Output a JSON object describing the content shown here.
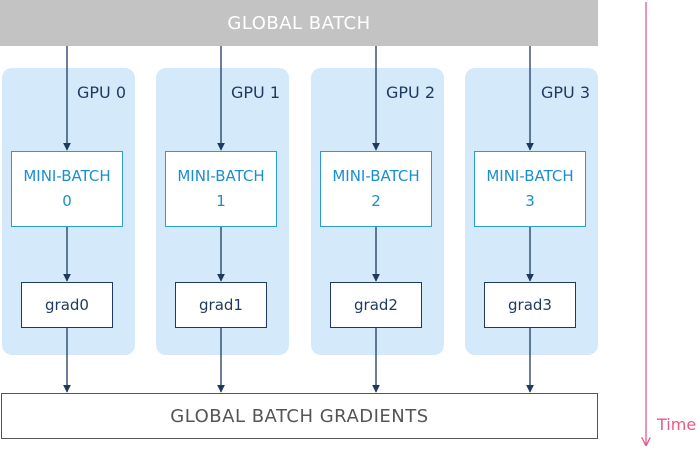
{
  "global_batch": "GLOBAL BATCH",
  "gpus": [
    {
      "label": "GPU 0",
      "mini_line1": "MINI-BATCH",
      "mini_line2": "0",
      "grad": "grad0"
    },
    {
      "label": "GPU 1",
      "mini_line1": "MINI-BATCH",
      "mini_line2": "1",
      "grad": "grad1"
    },
    {
      "label": "GPU 2",
      "mini_line1": "MINI-BATCH",
      "mini_line2": "2",
      "grad": "grad2"
    },
    {
      "label": "GPU 3",
      "mini_line1": "MINI-BATCH",
      "mini_line2": "3",
      "grad": "grad3"
    }
  ],
  "global_gradients": "GLOBAL BATCH GRADIENTS",
  "time_label": "Time",
  "colors": {
    "global_batch_bg": "#c3c3c3",
    "gpu_panel_bg": "#d4e9f9",
    "mini_batch_accent": "#1a8fd0",
    "arrow_color": "#1e3a5f",
    "time_color": "#e85a86"
  }
}
